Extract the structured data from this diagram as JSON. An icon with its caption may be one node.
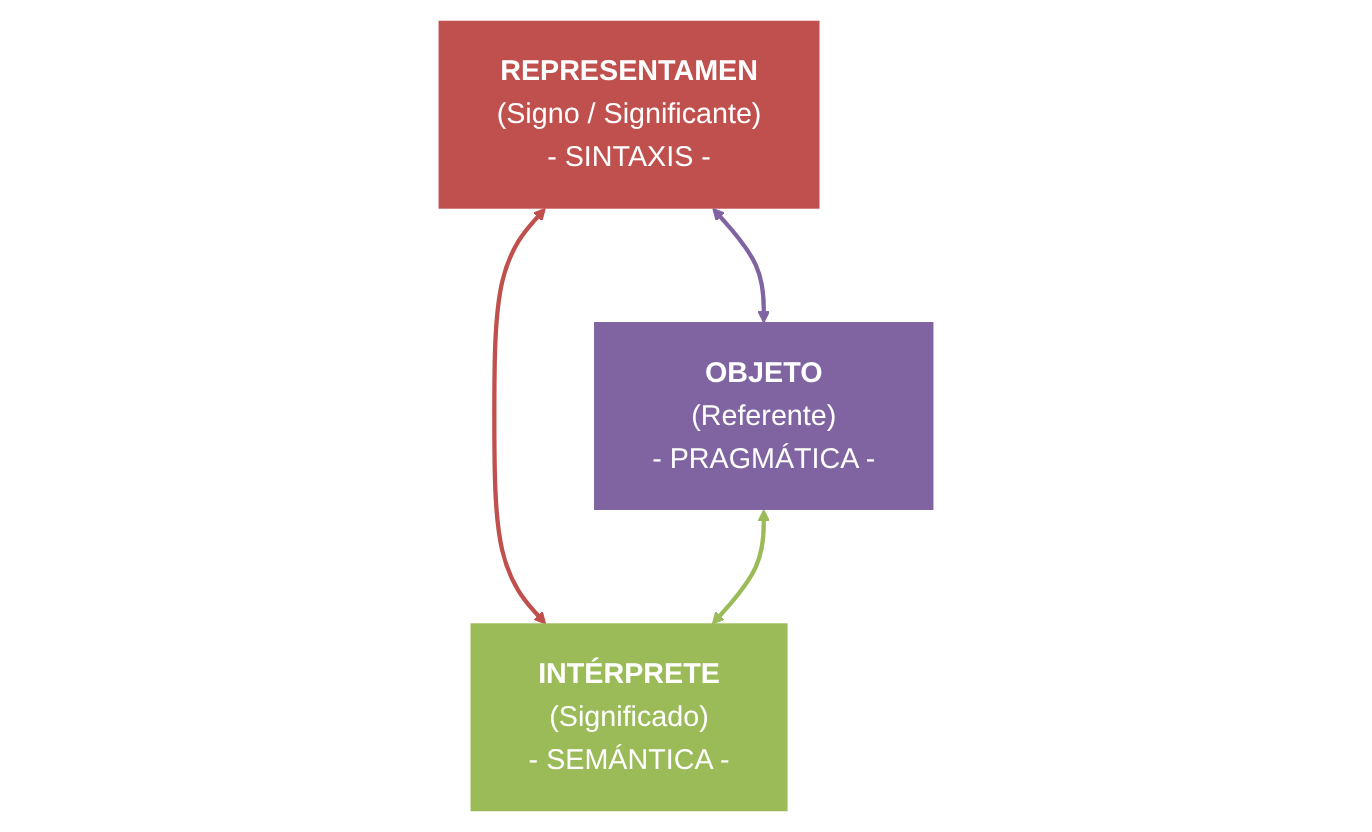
{
  "diagram": {
    "nodes": [
      {
        "text": [
          "REPRESENTAMEN",
          "(Signo / Significante)",
          "- SINTAXIS -"
        ]
      },
      {
        "text": [
          "OBJETO",
          "(Referente)",
          "- PRAGMÁTICA -"
        ]
      },
      {
        "text": [
          "INTÉRPRETE",
          "(Significado)",
          "- SEMÁNTICA -"
        ]
      }
    ],
    "edges": [
      {
        "from": 0,
        "to": 1,
        "arrow": "both",
        "color": "#8064a2"
      },
      {
        "from": 0,
        "to": 2,
        "arrow": "both",
        "color": "#c0504d"
      },
      {
        "from": 1,
        "to": 2,
        "arrow": "both",
        "color": "#9bbb59"
      }
    ]
  }
}
